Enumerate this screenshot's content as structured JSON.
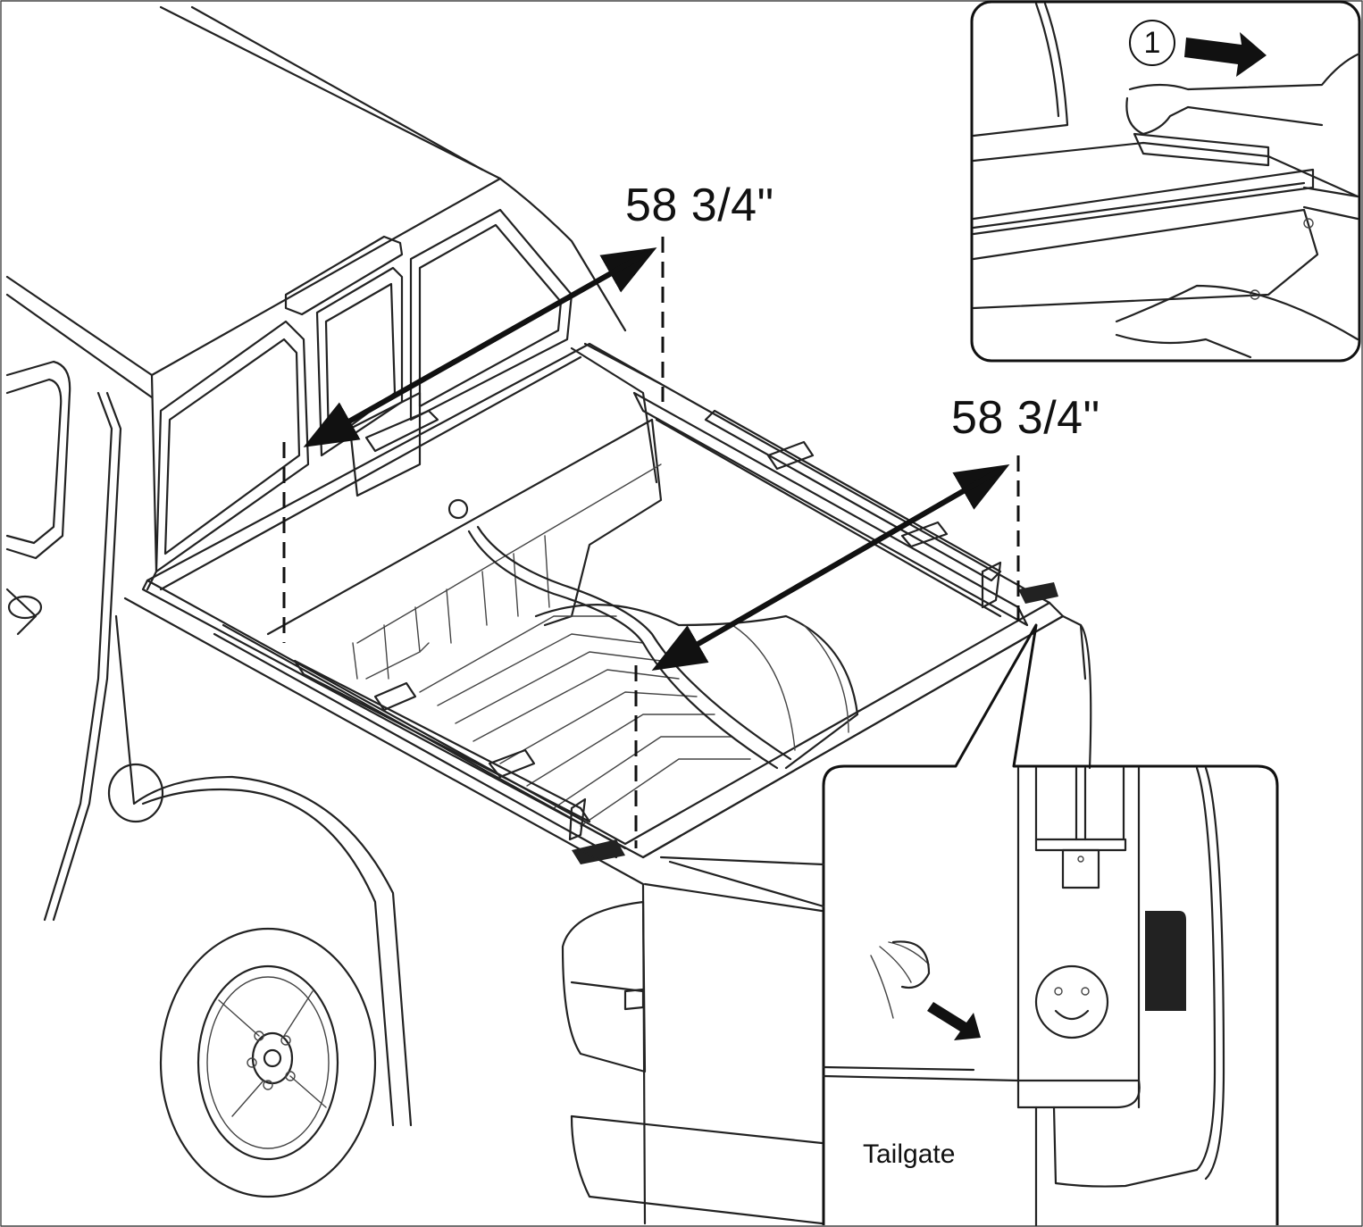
{
  "measurements": {
    "front_width": "58 3/4\"",
    "rear_width": "58 3/4\""
  },
  "detail_step": {
    "number": "1",
    "direction": "right-arrow"
  },
  "detail_callout": {
    "tailgate_label": "Tailgate",
    "icon": "smiley-face-icon"
  }
}
